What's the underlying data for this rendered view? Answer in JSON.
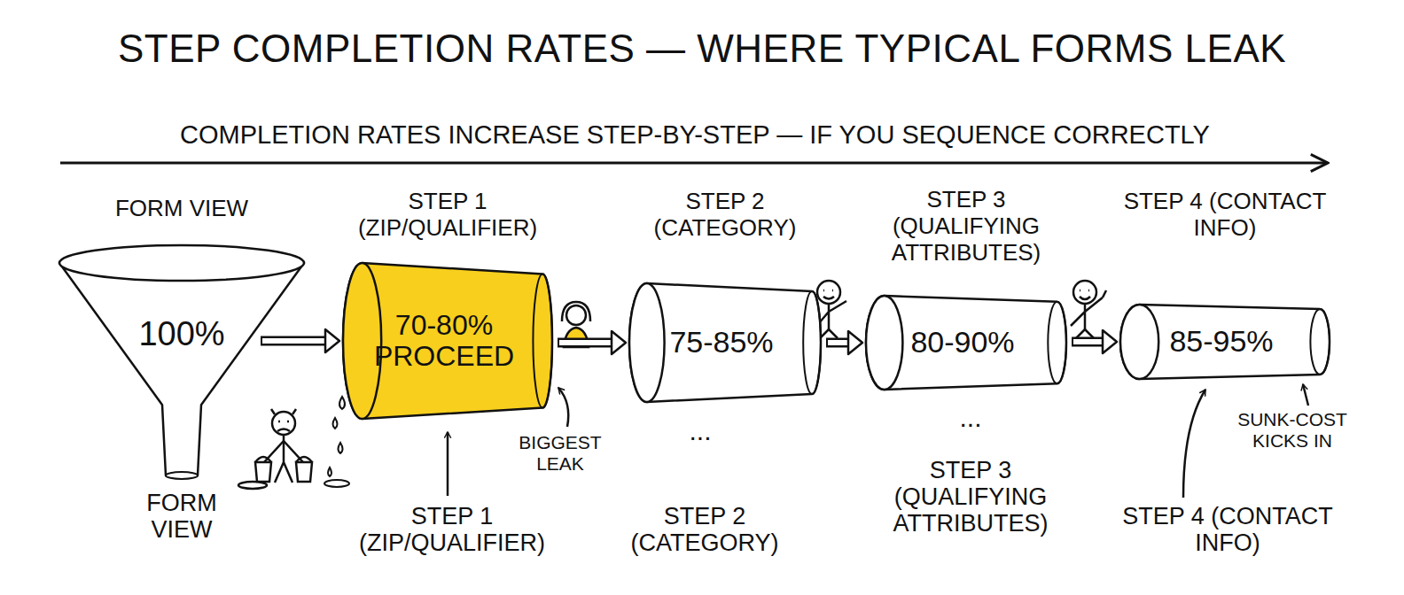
{
  "diagram": {
    "title": "STEP COMPLETION RATES — WHERE TYPICAL FORMS LEAK",
    "nodes": [
      {
        "text": [
          "FORM VIEW",
          "100%"
        ]
      },
      {
        "text": [
          "STEP 1 (ZIP/QUALIFIER)",
          "70-80% PROCEED"
        ]
      },
      {
        "text": [
          "STEP 2 (CATEGORY)",
          "75-85%"
        ]
      },
      {
        "text": [
          "STEP 3 (QUALIFYING ATTRIBUTES)",
          "80-90%"
        ]
      },
      {
        "text": [
          "STEP 4 (CONTACT INFO)",
          "85-95%"
        ]
      }
    ],
    "edges": [
      {
        "from": 0,
        "to": 1,
        "arrow": "to"
      },
      {
        "from": 1,
        "to": 2,
        "arrow": "to"
      },
      {
        "from": 2,
        "to": 3,
        "arrow": "to"
      },
      {
        "from": 3,
        "to": 4,
        "arrow": "to"
      }
    ],
    "labels": [
      "COMPLETION RATES INCREASE STEP-BY-STEP — IF YOU SEQUENCE CORRECTLY",
      "FORM VIEW",
      "STEP 1 (ZIP/QUALIFIER)",
      "BIGGEST LEAK",
      "...",
      "STEP 2 (CATEGORY)",
      "...",
      "STEP 3 (QUALIFYING ATTRIBUTES)",
      "STEP 4 (CONTACT INFO)",
      "SUNK-COST KICKS IN"
    ]
  }
}
